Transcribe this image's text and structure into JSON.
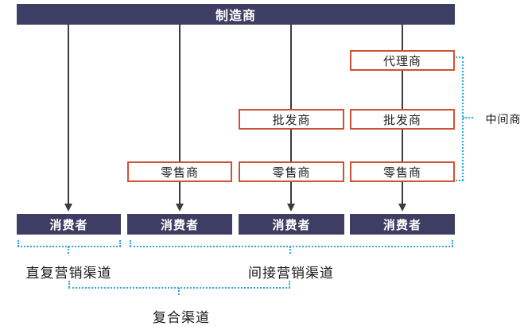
{
  "nodes": {
    "manufacturer": "制造商",
    "agent": "代理商",
    "wholesaler": "批发商",
    "retailer": "零售商",
    "consumer": "消费者"
  },
  "labels": {
    "middleman": "中间商",
    "direct_channel": "直复营销渠道",
    "indirect_channel": "间接营销渠道",
    "composite_channel": "复合渠道"
  },
  "colors": {
    "navy": "#3E3D63",
    "box_border": "#CC5234",
    "bracket_blue": "#2BA6DE",
    "line_dark": "#3C3C3C"
  }
}
